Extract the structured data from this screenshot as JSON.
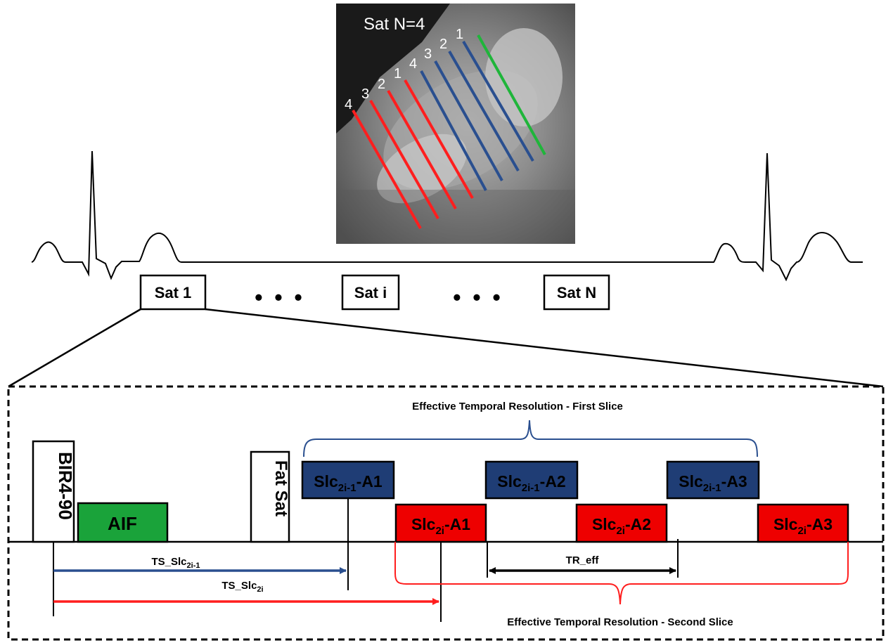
{
  "mri_image": {
    "title": "Sat N=4",
    "red_slice_numbers": [
      "4",
      "3",
      "2",
      "1"
    ],
    "blue_slice_numbers": [
      "4",
      "3",
      "2",
      "1"
    ],
    "colors": {
      "red": "#ff1e1e",
      "blue": "#2a4f8f",
      "green": "#1fb53a",
      "background": "#6e6e6e"
    }
  },
  "ecg_row": {
    "sat_first": "Sat 1",
    "sat_middle": "Sat i",
    "sat_last": "Sat N",
    "ellipsis": "• • •"
  },
  "sequence": {
    "birr": "BIR4-90",
    "aif": "AIF",
    "fat_sat": "Fat Sat",
    "odd_slice_prefix": "Slc",
    "odd_slice_sub": "2i-1",
    "even_slice_prefix": "Slc",
    "even_slice_sub": "2i",
    "acquisitions": [
      "-A1",
      "-A2",
      "-A3"
    ],
    "ts_odd_prefix": "TS_Slc",
    "ts_odd_sub": "2i-1",
    "ts_even_prefix": "TS_Slc",
    "ts_even_sub": "2i",
    "tr_eff": "TR_eff",
    "first_slice_resolution": "Effective Temporal Resolution - First Slice",
    "second_slice_resolution": "Effective Temporal Resolution - Second Slice",
    "colors": {
      "odd_block": "#1f3d75",
      "even_block": "#ee0000",
      "aif_block": "#1aa33a",
      "odd_arrow": "#2a4f8f",
      "even_arrow": "#ff1e1e"
    }
  }
}
